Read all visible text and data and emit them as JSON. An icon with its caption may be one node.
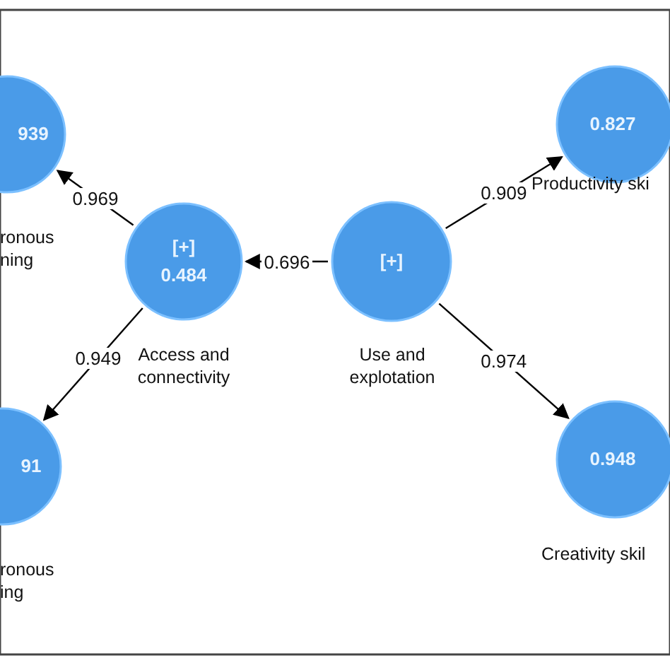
{
  "diagram": {
    "nodes": [
      {
        "text": [
          "939"
        ],
        "beside": [
          "ronous ning"
        ]
      },
      {
        "text": [
          "[+]",
          "0.484"
        ],
        "beside": [
          "Access and connectivity"
        ]
      },
      {
        "text": [
          "91"
        ],
        "beside": [
          "ronous ing"
        ]
      },
      {
        "text": [
          "[+]"
        ],
        "beside": [
          "Use and explotation"
        ]
      },
      {
        "text": [
          "0.827"
        ],
        "beside": [
          "Productivity ski"
        ]
      },
      {
        "text": [
          "0.948"
        ],
        "beside": [
          "Creativity skil"
        ]
      }
    ],
    "edges": [
      {
        "from": 1,
        "to": 0,
        "arrow": "to",
        "label": "0.969"
      },
      {
        "from": 3,
        "to": 1,
        "arrow": "to",
        "label": "0.696"
      },
      {
        "from": 1,
        "to": 2,
        "arrow": "to",
        "label": "0.949"
      },
      {
        "from": 3,
        "to": 4,
        "arrow": "to",
        "label": "0.909"
      },
      {
        "from": 3,
        "to": 5,
        "arrow": "to",
        "label": "0.974"
      }
    ]
  }
}
